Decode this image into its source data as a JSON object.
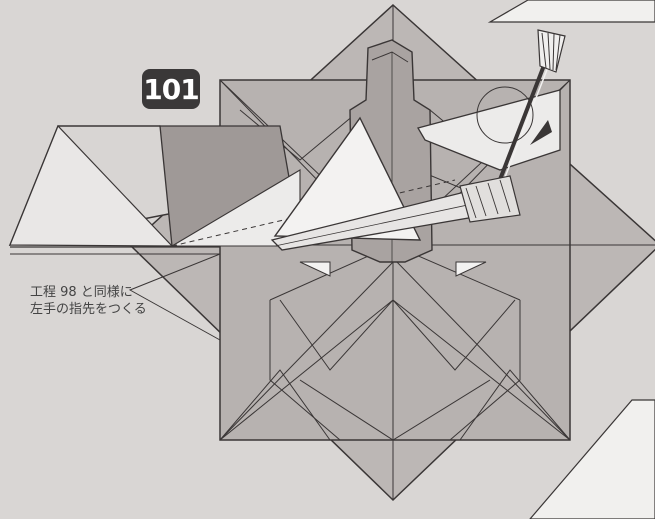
{
  "step": {
    "number": "101"
  },
  "instruction": {
    "line1": "工程 98 と同様に",
    "line2": "左手の指先をつくる"
  },
  "colors": {
    "background": "#d9d6d4",
    "paper_gray": "#b9b4b2",
    "paper_dark": "#9d9795",
    "paper_white": "#f4f3f2",
    "line": "#3a3636"
  }
}
